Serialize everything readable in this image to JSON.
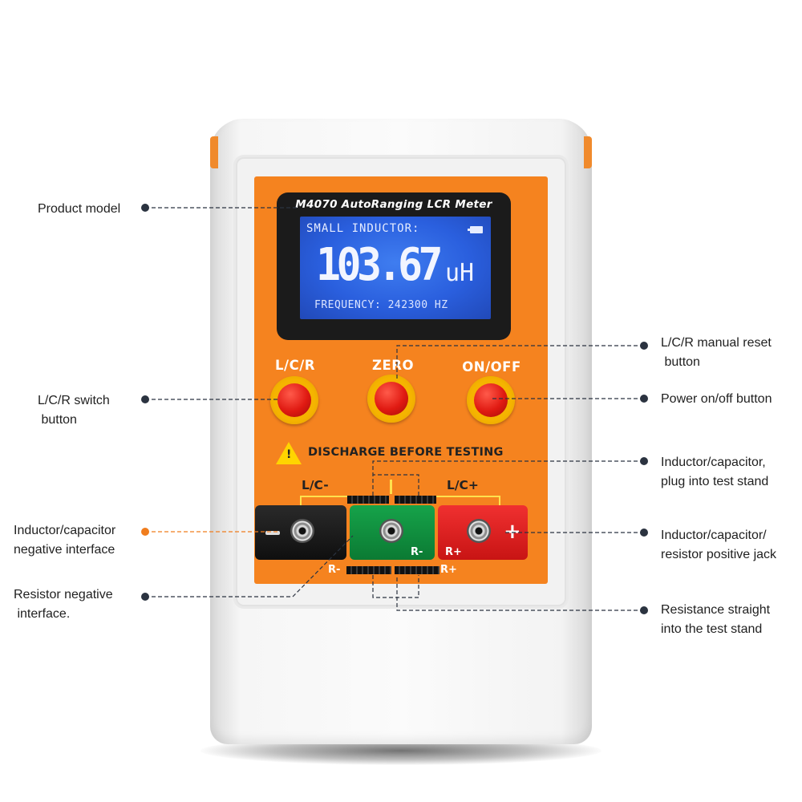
{
  "device": {
    "model_label": "M4070 AutoRanging LCR Meter",
    "lcd": {
      "mode_text": "SMALL  INDUCTOR:",
      "value": "103.67",
      "unit": "uH",
      "frequency_text": "FREQUENCY: 242300 HZ"
    },
    "buttons": [
      {
        "label": "L/C/R"
      },
      {
        "label": "ZERO"
      },
      {
        "label": "ON/OFF"
      }
    ],
    "warning_text": "DISCHARGE BEFORE TESTING",
    "jack_labels": {
      "lc_minus": "L/C-",
      "lc_plus": "L/C+",
      "r_minus_green": "R-",
      "r_plus_red": "R+",
      "r_minus_bottom": "R-",
      "r_plus_bottom": "R+",
      "minus_sign": "−",
      "plus_sign": "+",
      "warning_mark": "!"
    },
    "colors": {
      "panel": "#f5831f",
      "lcd": "#2a5fde",
      "button_cap": "#e01a12",
      "button_ring": "#f5b400",
      "jack_black": "#151515",
      "jack_green": "#0d8a3a",
      "jack_red": "#e31b1b",
      "highlight_leader": "#f07d1e"
    }
  },
  "callouts": {
    "product_model": "Product model",
    "lcr_switch": "L/C/R switch\n button",
    "lc_negative": "Inductor/capacitor\nnegative interface",
    "resistor_negative": "Resistor negative\n interface.",
    "manual_reset": "L/C/R manual reset\n button",
    "power": "Power on/off button",
    "test_stand_plug": "Inductor/capacitor,\nplug into test stand",
    "positive_jack": "Inductor/capacitor/\nresistor positive jack",
    "resistance_stand": "Resistance straight\ninto the test stand"
  }
}
